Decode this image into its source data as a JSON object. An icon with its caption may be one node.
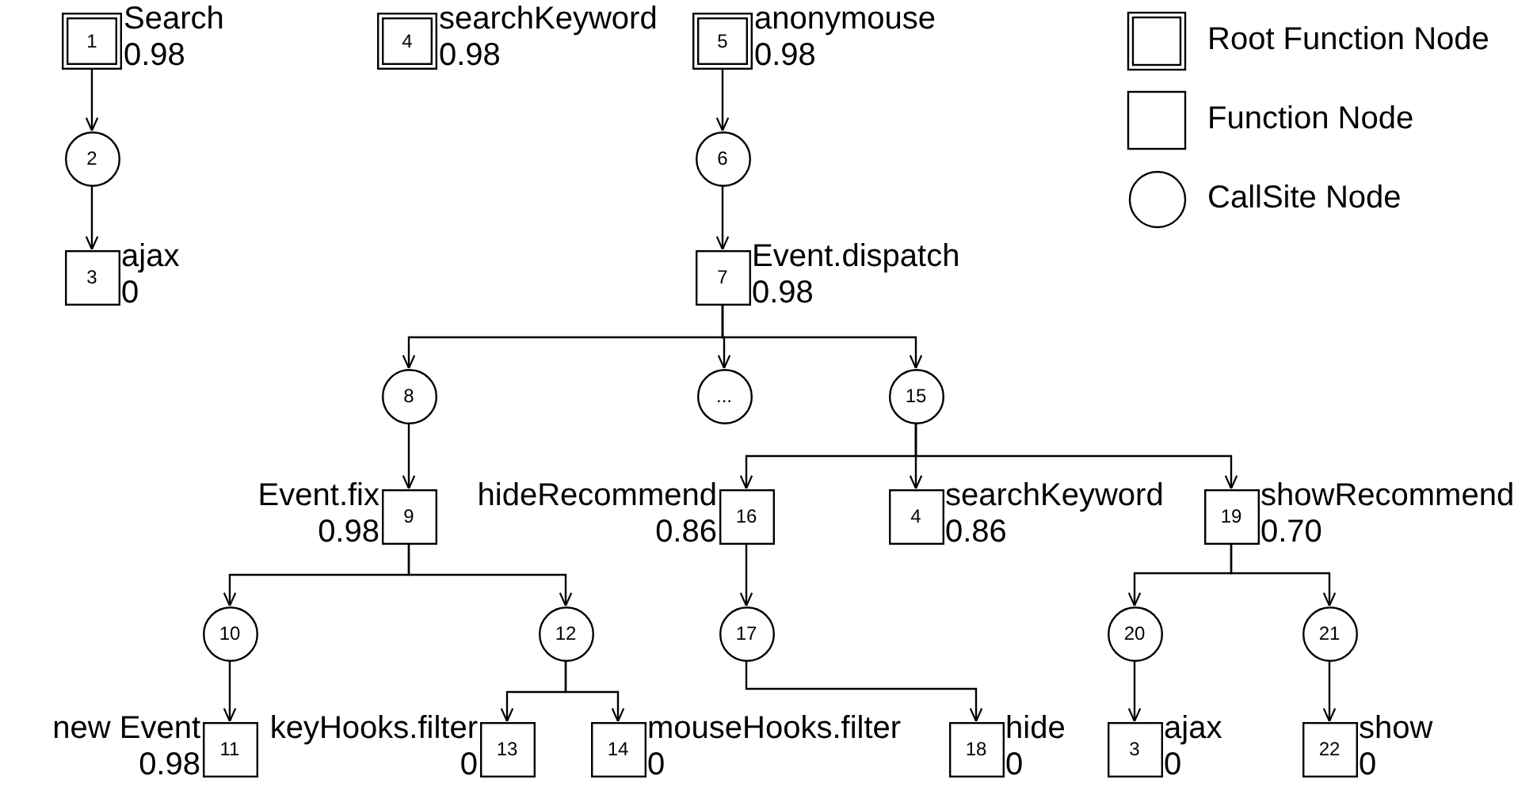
{
  "diagram": {
    "nodes": [
      {
        "text": [
          "1"
        ],
        "beside": [
          "Search",
          "0.98"
        ]
      },
      {
        "text": [
          "2"
        ]
      },
      {
        "text": [
          "3"
        ],
        "beside": [
          "ajax",
          "0"
        ]
      },
      {
        "text": [
          "4"
        ],
        "beside": [
          "searchKeyword",
          "0.98"
        ]
      },
      {
        "text": [
          "5"
        ],
        "beside": [
          "anonymouse",
          "0.98"
        ]
      },
      {
        "text": [
          "6"
        ]
      },
      {
        "text": [
          "7"
        ],
        "beside": [
          "Event.dispatch",
          "0.98"
        ]
      },
      {
        "text": [
          "8"
        ]
      },
      {
        "text": [
          "..."
        ]
      },
      {
        "text": [
          "15"
        ]
      },
      {
        "text": [
          "9"
        ],
        "beside": [
          "Event.fix",
          "0.98"
        ]
      },
      {
        "text": [
          "16"
        ],
        "beside": [
          "hideRecommend",
          "0.86"
        ]
      },
      {
        "text": [
          "4"
        ],
        "beside": [
          "searchKeyword",
          "0.86"
        ]
      },
      {
        "text": [
          "19"
        ],
        "beside": [
          "showRecommend",
          "0.70"
        ]
      },
      {
        "text": [
          "10"
        ]
      },
      {
        "text": [
          "12"
        ]
      },
      {
        "text": [
          "17"
        ]
      },
      {
        "text": [
          "20"
        ]
      },
      {
        "text": [
          "21"
        ]
      },
      {
        "text": [
          "11"
        ],
        "beside": [
          "new Event",
          "0.98"
        ]
      },
      {
        "text": [
          "13"
        ],
        "beside": [
          "keyHooks.filter",
          "0"
        ]
      },
      {
        "text": [
          "14"
        ],
        "beside": [
          "mouseHooks.filter",
          "0"
        ]
      },
      {
        "text": [
          "18"
        ],
        "beside": [
          "hide",
          "0"
        ]
      },
      {
        "text": [
          "3"
        ],
        "beside": [
          "ajax",
          "0"
        ]
      },
      {
        "text": [
          "22"
        ],
        "beside": [
          "show",
          "0"
        ]
      }
    ],
    "edges": [
      {
        "from": 0,
        "to": 1,
        "arrow": "to"
      },
      {
        "from": 1,
        "to": 2,
        "arrow": "to"
      },
      {
        "from": 4,
        "to": 5,
        "arrow": "to"
      },
      {
        "from": 5,
        "to": 6,
        "arrow": "to"
      },
      {
        "from": 6,
        "to": 7,
        "arrow": "to"
      },
      {
        "from": 6,
        "to": 8,
        "arrow": "to"
      },
      {
        "from": 6,
        "to": 9,
        "arrow": "to"
      },
      {
        "from": 7,
        "to": 10,
        "arrow": "to"
      },
      {
        "from": 9,
        "to": 11,
        "arrow": "to"
      },
      {
        "from": 9,
        "to": 12,
        "arrow": "to"
      },
      {
        "from": 9,
        "to": 13,
        "arrow": "to"
      },
      {
        "from": 10,
        "to": 14,
        "arrow": "to"
      },
      {
        "from": 10,
        "to": 15,
        "arrow": "to"
      },
      {
        "from": 11,
        "to": 16,
        "arrow": "to"
      },
      {
        "from": 13,
        "to": 17,
        "arrow": "to"
      },
      {
        "from": 13,
        "to": 18,
        "arrow": "to"
      },
      {
        "from": 14,
        "to": 19,
        "arrow": "to"
      },
      {
        "from": 15,
        "to": 20,
        "arrow": "to"
      },
      {
        "from": 15,
        "to": 21,
        "arrow": "to"
      },
      {
        "from": 16,
        "to": 22,
        "arrow": "to"
      },
      {
        "from": 17,
        "to": 23,
        "arrow": "to"
      },
      {
        "from": 18,
        "to": 24,
        "arrow": "to"
      }
    ],
    "legend": [
      {
        "text": "Root Function Node"
      },
      {
        "text": "Function Node"
      },
      {
        "text": "CallSite Node"
      }
    ]
  }
}
